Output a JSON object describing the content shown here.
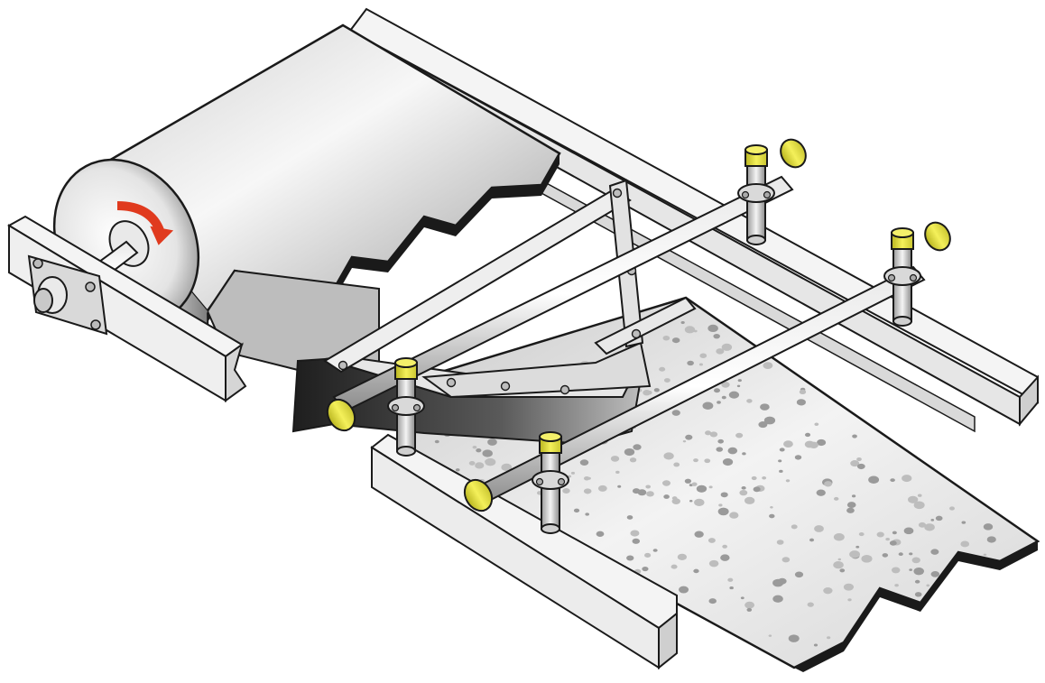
{
  "illustration": {
    "subject": "conveyor-belt-with-plow-scraper",
    "components": [
      "head-pulley",
      "rotation-arrow",
      "shaft-bearing-plate",
      "upper-belt",
      "return-belt-with-debris",
      "left-frame-rail",
      "right-frame-rail",
      "front-frame-rail",
      "v-plow-blade",
      "plow-support-arms",
      "tension-rods",
      "rod-clamps",
      "mounting-posts",
      "yellow-end-caps"
    ]
  },
  "colors": {
    "steel_light": "#f2f2f2",
    "steel_mid": "#c8c8c8",
    "steel_dark": "#8c8c8c",
    "belt_dark": "#2b2b2b",
    "blade_dark": "#3a3a3a",
    "rail_fill": "#f4f4f4",
    "outline": "#1a1a1a",
    "arrow_red": "#e03a1e",
    "cap_yellow": "#e8e43a",
    "debris_gray": "#9a9a9a",
    "background": "#ffffff"
  }
}
